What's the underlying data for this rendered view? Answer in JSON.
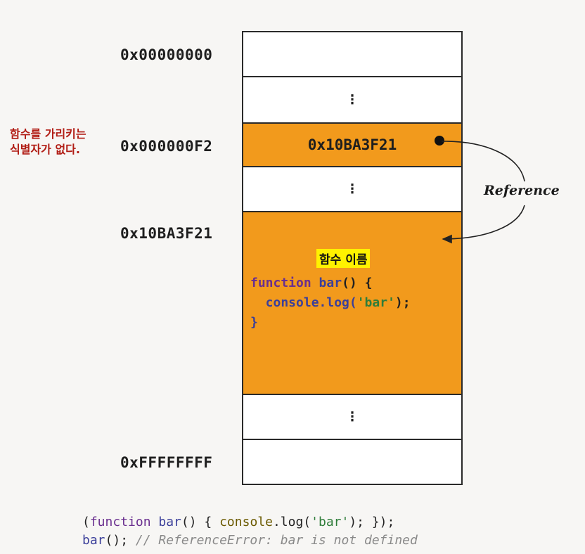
{
  "addresses": {
    "start": "0x00000000",
    "ref_cell": "0x000000F2",
    "function_cell": "0x10BA3F21",
    "end": "0xFFFFFFFF"
  },
  "memory": {
    "ellipsis": "⋮",
    "ref_cell_value": "0x10BA3F21",
    "function_name_label": "함수 이름",
    "function_code": {
      "line1_kw": "function",
      "line1_name": "bar",
      "line1_rest": "() {",
      "line2_prefix": "  console.log(",
      "line2_str": "'bar'",
      "line2_suffix": ");",
      "line3": "}"
    }
  },
  "annotations": {
    "note_line1": "함수를 가리키는",
    "note_line2": "식별자가 없다.",
    "reference_label": "Reference"
  },
  "bottom_code": {
    "line1_open": "(",
    "line1_kw": "function",
    "line1_name": " bar",
    "line1_mid": "() { ",
    "line1_call": "console",
    "line1_dot": ".log(",
    "line1_str": "'bar'",
    "line1_end": "); });",
    "line2_call": "bar",
    "line2_paren": "(); ",
    "line2_comment": "// ReferenceError: bar is not defined"
  },
  "colors": {
    "orange": "#f29a1c",
    "note_red": "#b11c14",
    "highlight": "#fff200"
  }
}
